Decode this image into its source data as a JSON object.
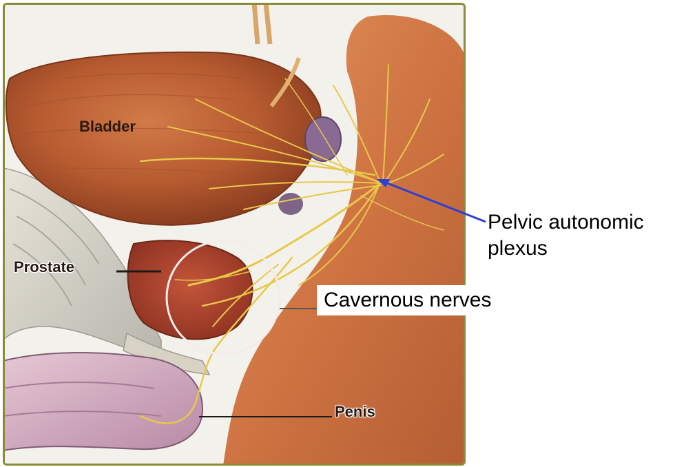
{
  "labels": {
    "bladder": "Bladder",
    "prostate": "Prostate",
    "penis": "Penis",
    "cavernous": "Cavernous nerves",
    "pelvic_line1": "Pelvic autonomic",
    "pelvic_line2": "plexus"
  },
  "colors": {
    "frame": "#8a8a3c",
    "muscle": "#c26a3f",
    "nerve": "#e8c84a",
    "pointer_arrow": "#2e3fd6",
    "leader_line": "#1a1a1a",
    "circle": "#f4ecec"
  }
}
